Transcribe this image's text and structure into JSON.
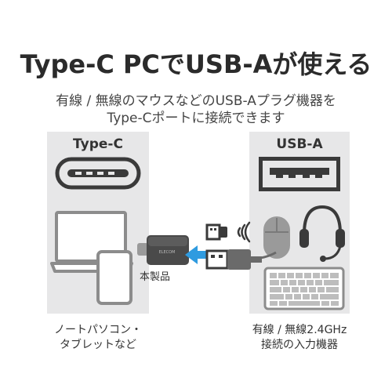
{
  "title": "Type-C PCでUSB-Aが使える",
  "subtitle": {
    "line1": "有線 / 無線のマウスなどのUSB-Aプラグ機器を",
    "line2": "Type-Cポートに接続できます"
  },
  "left_panel": {
    "label": "Type-C",
    "caption_line1": "ノートパソコン・",
    "caption_line2": "タブレットなど"
  },
  "right_panel": {
    "label": "USB-A",
    "caption_line1": "有線 / 無線2.4GHz",
    "caption_line2": "接続の入力機器"
  },
  "product": {
    "label": "本製品",
    "brand": "ELECOM"
  },
  "colors": {
    "panel": "#e7e7e8",
    "accent_blue": "#2f9be0",
    "dark_gray": "#3a3a3a",
    "device_gray": "#8c8c8c"
  }
}
